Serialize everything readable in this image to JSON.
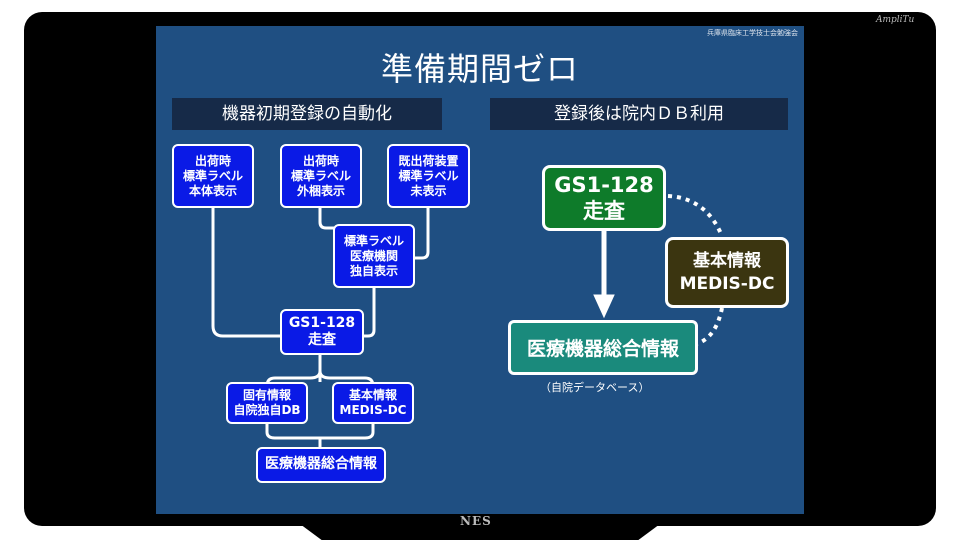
{
  "frame": {
    "brand": "NES",
    "corner_mark": "AmpliTu"
  },
  "slide": {
    "credit": "兵庫県臨床工学技士会勉強会",
    "title": "準備期間ゼロ",
    "left": {
      "header": "機器初期登録の自動化",
      "box_body_label": [
        "出荷時",
        "標準ラベル",
        "本体表示"
      ],
      "box_outer_label": [
        "出荷時",
        "標準ラベル",
        "外梱表示"
      ],
      "box_existing": [
        "既出荷装置",
        "標準ラベル",
        "未表示"
      ],
      "box_hospital_label": [
        "標準ラベル",
        "医療機関",
        "独自表示"
      ],
      "box_scan": [
        "GS1-128",
        "走査"
      ],
      "box_own_db": [
        "固有情報",
        "自院独自DB"
      ],
      "box_medis": [
        "基本情報",
        "MEDIS-DC"
      ],
      "box_total": "医療機器総合情報"
    },
    "right": {
      "header": "登録後は院内ＤＢ利用",
      "scan_box": [
        "GS1-128",
        "走査"
      ],
      "medis_box": [
        "基本情報",
        "MEDIS-DC"
      ],
      "total_box": "医療機器総合情報",
      "total_caption": "（自院データベース）"
    }
  },
  "colors": {
    "slide_bg": "#1f4f82",
    "header_bg": "#162a48",
    "blue_box": "#0a1ae6",
    "green_box": "#0e7b2a",
    "olive_box": "#3b3510",
    "teal_box": "#1a8a7c"
  }
}
